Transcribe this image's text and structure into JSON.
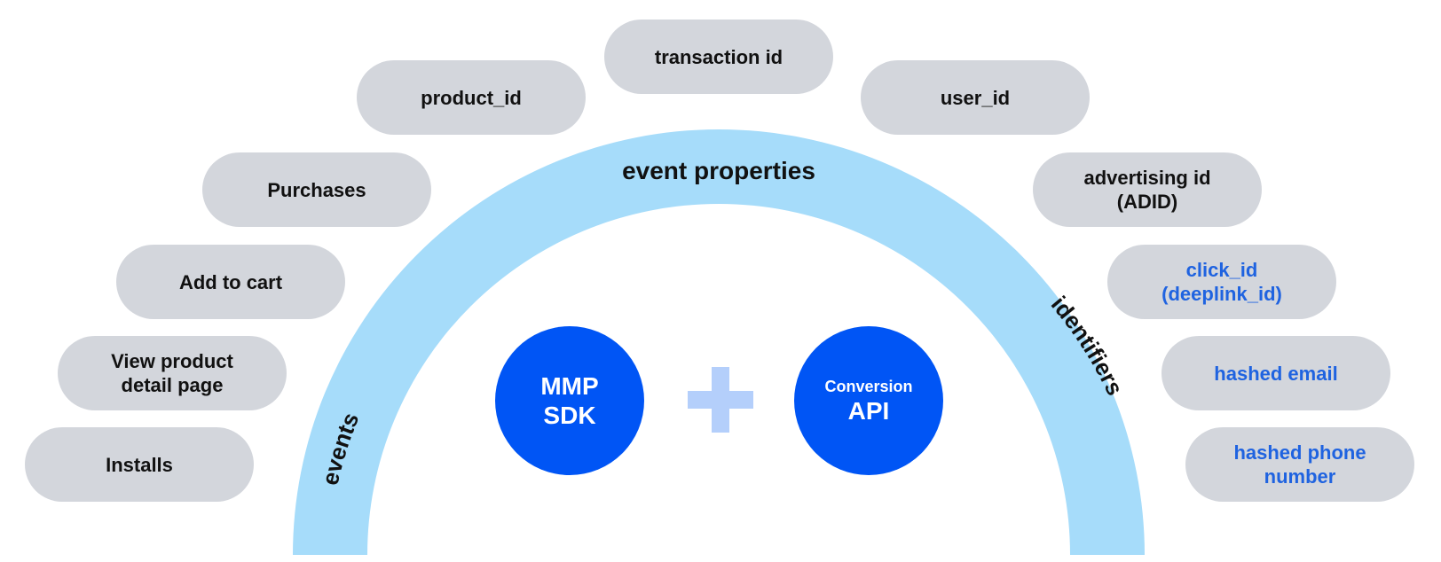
{
  "arch": {
    "top_label": "event properties",
    "left_label": "events",
    "right_label": "identifiers",
    "color": "#a6dcfa"
  },
  "pills": {
    "installs": "Installs",
    "view_product": "View product\ndetail page",
    "add_to_cart": "Add to cart",
    "purchases": "Purchases",
    "product_id": "product_id",
    "transaction_id": "transaction id",
    "user_id": "user_id",
    "advertising_id": "advertising id\n(ADID)",
    "click_id": "click_id\n(deeplink_id)",
    "hashed_email": "hashed email",
    "hashed_phone": "hashed phone\nnumber"
  },
  "center": {
    "mmp_sdk": "MMP\nSDK",
    "conversion_small": "Conversion",
    "conversion_main": "API"
  },
  "colors": {
    "pill_bg": "#d3d6dc",
    "accent_text": "#1f63e0",
    "circle_bg": "#0055f5",
    "plus": "#b4cffb"
  }
}
